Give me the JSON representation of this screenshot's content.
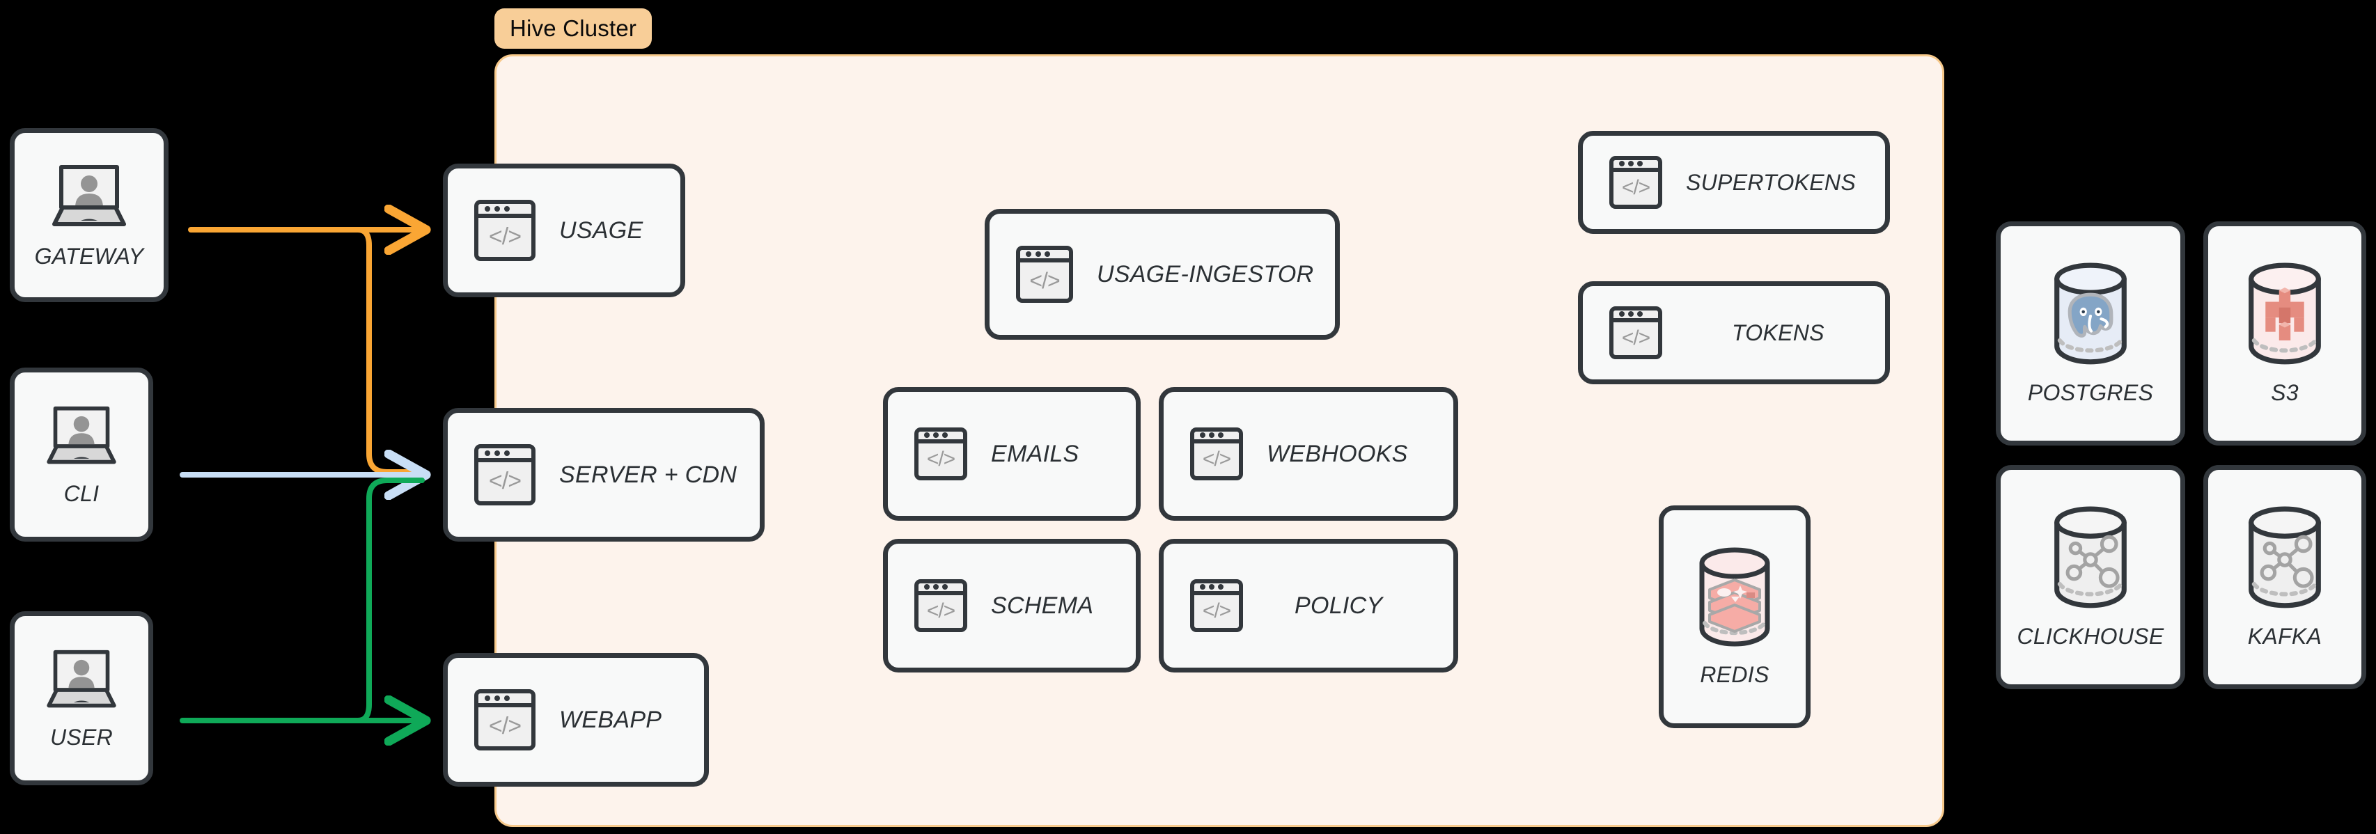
{
  "cluster": {
    "label": "Hive Cluster",
    "fill": "#FDF3EC",
    "border": "#F7C98B",
    "label_fill": "#F8CE98"
  },
  "clients": [
    {
      "name": "GATEWAY",
      "icon": "laptop-person-icon"
    },
    {
      "name": "CLI",
      "icon": "laptop-person-icon"
    },
    {
      "name": "USER",
      "icon": "laptop-person-icon"
    }
  ],
  "edge_services": [
    {
      "name": "USAGE",
      "icon": "code-window-icon"
    },
    {
      "name": "SERVER + CDN",
      "icon": "code-window-icon"
    },
    {
      "name": "WEBAPP",
      "icon": "code-window-icon"
    }
  ],
  "core_services": [
    {
      "name": "USAGE-INGESTOR",
      "icon": "code-window-icon"
    },
    {
      "name": "EMAILS",
      "icon": "code-window-icon"
    },
    {
      "name": "WEBHOOKS",
      "icon": "code-window-icon"
    },
    {
      "name": "SCHEMA",
      "icon": "code-window-icon"
    },
    {
      "name": "POLICY",
      "icon": "code-window-icon"
    }
  ],
  "auth_services": [
    {
      "name": "SUPERTOKENS",
      "icon": "code-window-icon"
    },
    {
      "name": "TOKENS",
      "icon": "code-window-icon"
    }
  ],
  "cluster_datastores": [
    {
      "name": "REDIS",
      "icon": "database-cylinder-redis-icon",
      "tint": "#FBEAEA",
      "logo": "redis-stack-logo"
    }
  ],
  "external_datastores": [
    {
      "name": "POSTGRES",
      "icon": "database-cylinder-postgres-icon",
      "tint": "#E6ECF6",
      "logo": "postgres-elephant-logo"
    },
    {
      "name": "S3",
      "icon": "database-cylinder-s3-icon",
      "tint": "#FBEAEA",
      "logo": "s3-bucket-logo"
    },
    {
      "name": "CLICKHOUSE",
      "icon": "database-cylinder-generic-icon",
      "tint": "#EFEFEF",
      "logo": "network-nodes-logo"
    },
    {
      "name": "KAFKA",
      "icon": "database-cylinder-generic-icon",
      "tint": "#EFEFEF",
      "logo": "network-nodes-logo"
    }
  ],
  "connections": [
    {
      "from": "GATEWAY",
      "to": "USAGE",
      "color": "#FAA634"
    },
    {
      "from": "GATEWAY",
      "to": "SERVER + CDN",
      "color": "#FAA634"
    },
    {
      "from": "CLI",
      "to": "SERVER + CDN",
      "color": "#C8DEF5"
    },
    {
      "from": "USER",
      "to": "SERVER + CDN",
      "color": "#0FA958"
    },
    {
      "from": "USER",
      "to": "WEBAPP",
      "color": "#0FA958"
    }
  ],
  "colors": {
    "background": "#000000",
    "node_fill": "#F8F9F9",
    "node_stroke": "#32373C",
    "icon_gray": "#9A9A9A",
    "orange_wire": "#FAA634",
    "blue_wire": "#C8DEF5",
    "green_wire": "#0FA958"
  },
  "icon_glyph": {
    "code": "</>"
  }
}
